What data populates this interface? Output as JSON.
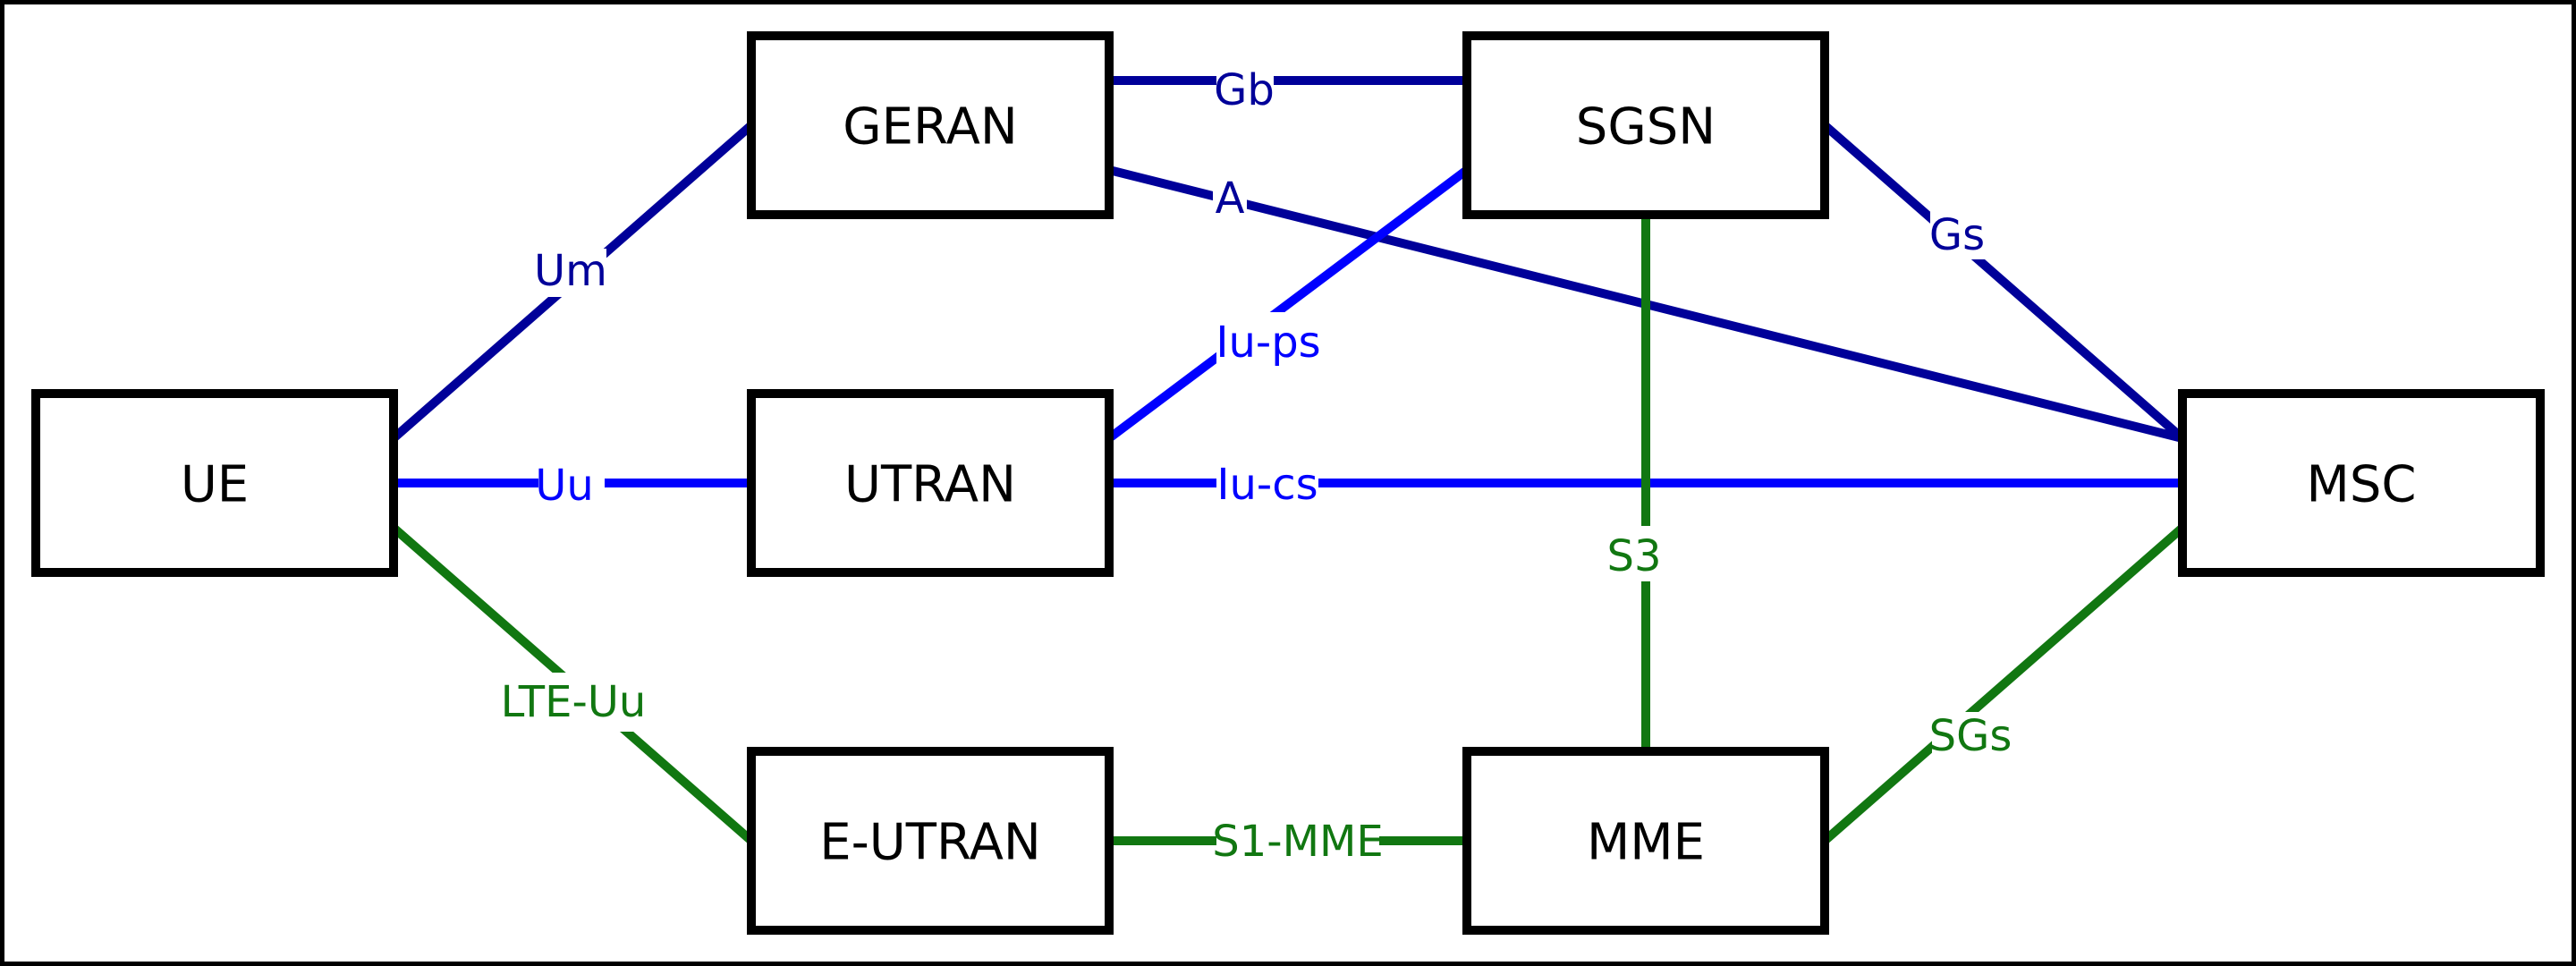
{
  "diagram": {
    "title": "",
    "colors": {
      "gsm": "#000099",
      "umts": "#0000ff",
      "lte": "#117711",
      "node_border": "#000000"
    },
    "nodes": [
      {
        "id": "ue",
        "label": "UE"
      },
      {
        "id": "geran",
        "label": "GERAN"
      },
      {
        "id": "utran",
        "label": "UTRAN"
      },
      {
        "id": "eutran",
        "label": "E-UTRAN"
      },
      {
        "id": "sgsn",
        "label": "SGSN"
      },
      {
        "id": "mme",
        "label": "MME"
      },
      {
        "id": "msc",
        "label": "MSC"
      }
    ],
    "edges": [
      {
        "id": "um",
        "label": "Um",
        "from": "ue",
        "to": "geran",
        "color": "#000099"
      },
      {
        "id": "uu",
        "label": "Uu",
        "from": "ue",
        "to": "utran",
        "color": "#0000ff"
      },
      {
        "id": "lte-uu",
        "label": "LTE-Uu",
        "from": "ue",
        "to": "eutran",
        "color": "#117711"
      },
      {
        "id": "gb",
        "label": "Gb",
        "from": "geran",
        "to": "sgsn",
        "color": "#000099"
      },
      {
        "id": "a",
        "label": "A",
        "from": "geran",
        "to": "msc",
        "color": "#000099"
      },
      {
        "id": "iu-ps",
        "label": "Iu-ps",
        "from": "utran",
        "to": "sgsn",
        "color": "#0000ff"
      },
      {
        "id": "iu-cs",
        "label": "Iu-cs",
        "from": "utran",
        "to": "msc",
        "color": "#0000ff"
      },
      {
        "id": "s1-mme",
        "label": "S1-MME",
        "from": "eutran",
        "to": "mme",
        "color": "#117711"
      },
      {
        "id": "s3",
        "label": "S3",
        "from": "sgsn",
        "to": "mme",
        "color": "#117711"
      },
      {
        "id": "gs",
        "label": "Gs",
        "from": "sgsn",
        "to": "msc",
        "color": "#000099"
      },
      {
        "id": "sgs",
        "label": "SGs",
        "from": "mme",
        "to": "msc",
        "color": "#117711"
      }
    ]
  }
}
